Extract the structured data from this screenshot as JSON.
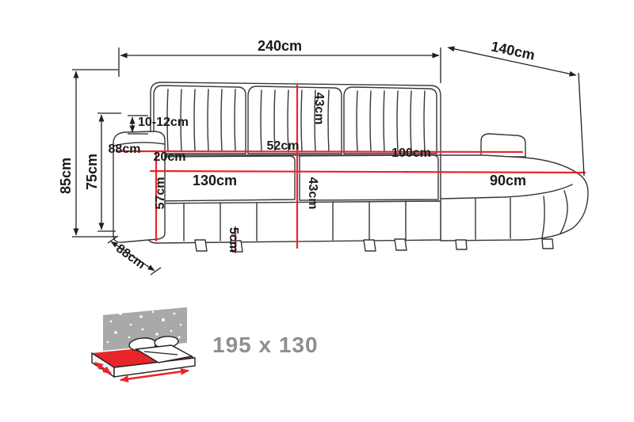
{
  "diagram": {
    "title": "corner-sofa-dimension-diagram",
    "labels": {
      "total_width": "240cm",
      "total_depth": "140cm",
      "total_height": "85cm",
      "backrest_height": "75cm",
      "armrest_above_seat": "10-12cm",
      "armrest_width": "88cm",
      "seat_front_gap": "20cm",
      "seat_width": "130cm",
      "seat_height": "57cm",
      "seat_depth": "52cm",
      "back_cushion_height": "43cm",
      "seat_cushion_depth": "43cm",
      "leg_height": "5cm",
      "chaise_length": "100cm",
      "chaise_width": "90cm",
      "side_depth": "88cm"
    },
    "sleeping_area": {
      "label": "195 x 130"
    },
    "colors": {
      "dimension_red": "#e8262a",
      "outline_black": "#2f2b2c",
      "headboard_gray": "#a9a9a9",
      "size_label_gray": "#8f8f8f"
    }
  }
}
